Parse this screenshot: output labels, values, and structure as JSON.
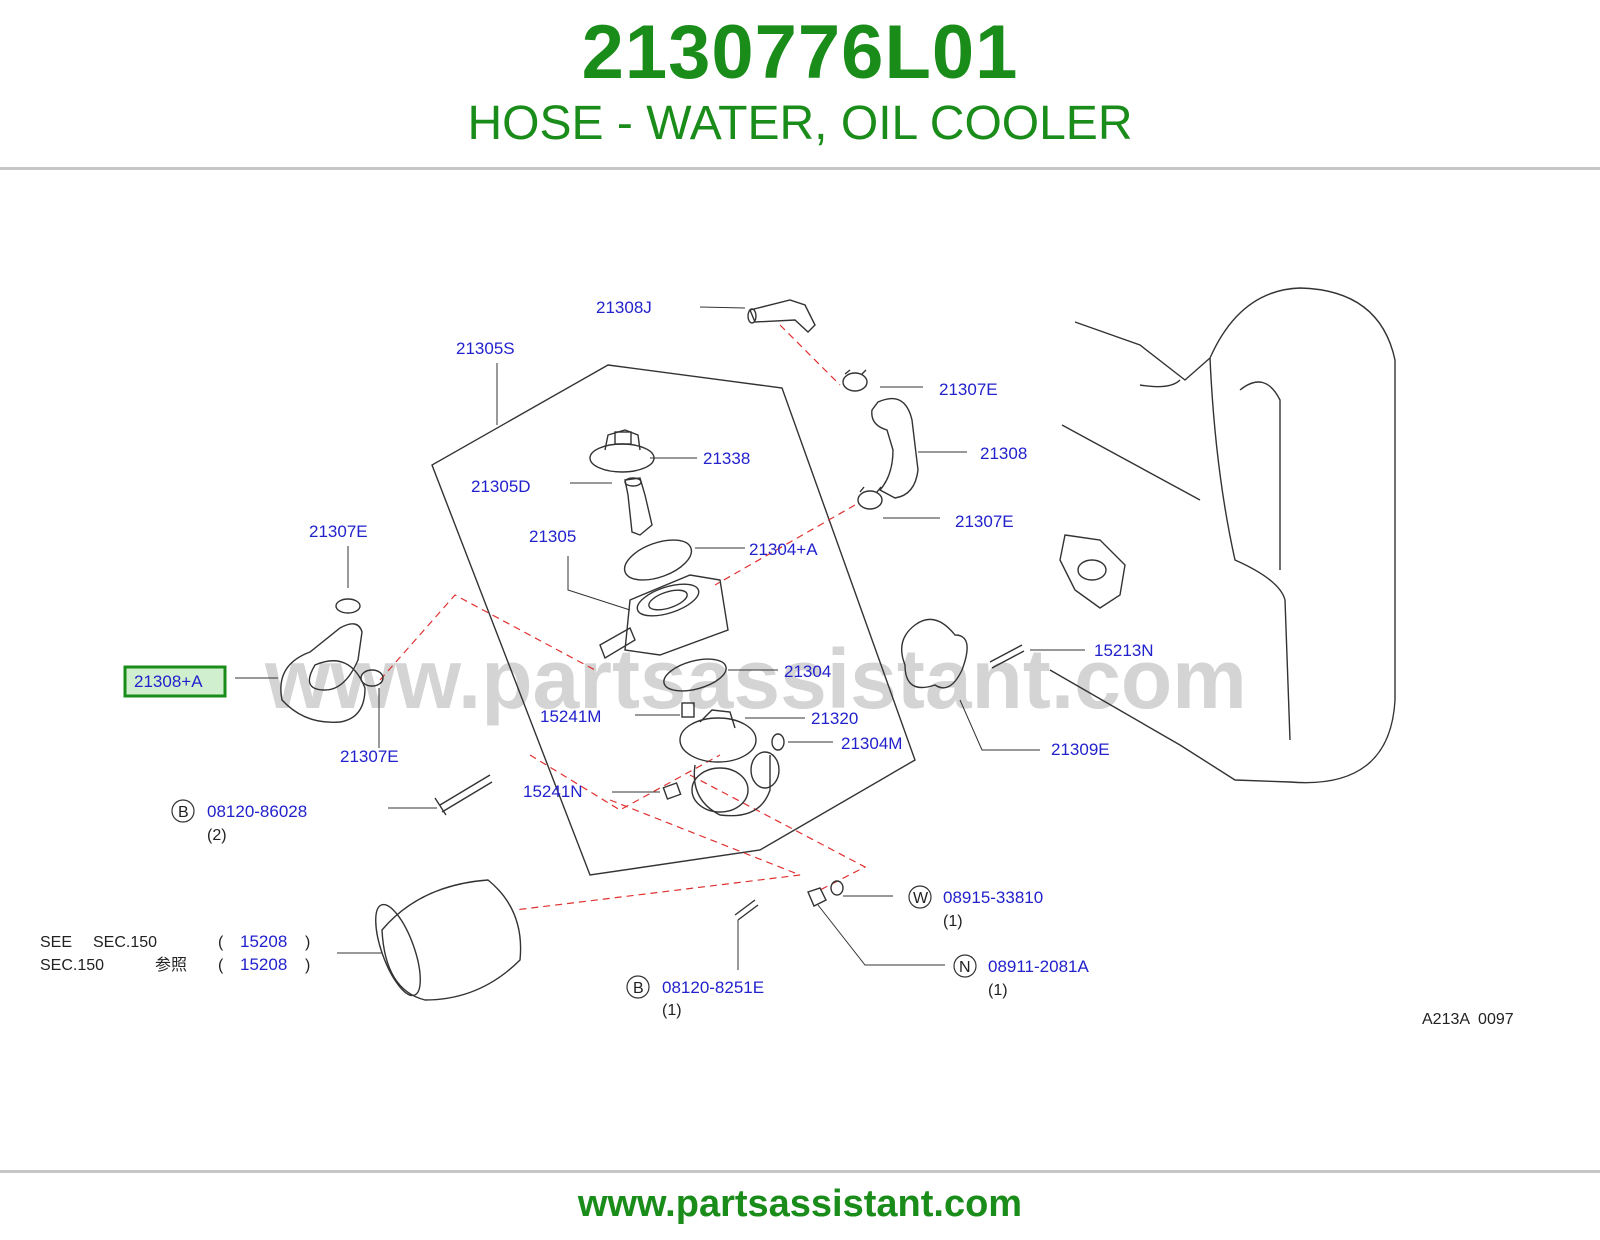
{
  "header": {
    "part_number": "2130776L01",
    "title": "HOSE - WATER, OIL COOLER"
  },
  "footer": {
    "url": "www.partsassistant.com"
  },
  "diagram": {
    "watermark": "www.partsassistant.com",
    "code": "A213A  0097",
    "highlight_color": "#1a8c1a",
    "label_color": "#2222cc",
    "labels": {
      "p21308J": "21308J",
      "p21305S": "21305S",
      "p21307E_top": "21307E",
      "p21338": "21338",
      "p21308": "21308",
      "p21305D": "21305D",
      "p21307E_right": "21307E",
      "p21307E_left": "21307E",
      "p21305": "21305",
      "p21304A": "21304+A",
      "p21308A": "21308+A",
      "p21304": "21304",
      "p15213N": "15213N",
      "p21307E_bottom": "21307E",
      "p15241M": "15241M",
      "p21320": "21320",
      "p21304M": "21304M",
      "p21309E": "21309E",
      "p15241N": "15241N",
      "p0812086028": "08120-86028",
      "p0891533810": "08915-33810",
      "p15208_a": "15208",
      "p15208_b": "15208",
      "p0891120281A": "08911-2081A",
      "p081208251E": "08120-8251E"
    },
    "qty": {
      "q0812086028": "(2)",
      "q0891533810": "(1)",
      "q0891120281A": "(1)",
      "q081208251E": "(1)"
    },
    "circle_letters": {
      "b1": "B",
      "w": "W",
      "n": "N",
      "b2": "B"
    },
    "see_note": {
      "line1_a": "SEE",
      "line1_b": "SEC.150",
      "line2_a": "SEC.150",
      "line2_b": "参照",
      "open": "(",
      "close": ")"
    }
  }
}
